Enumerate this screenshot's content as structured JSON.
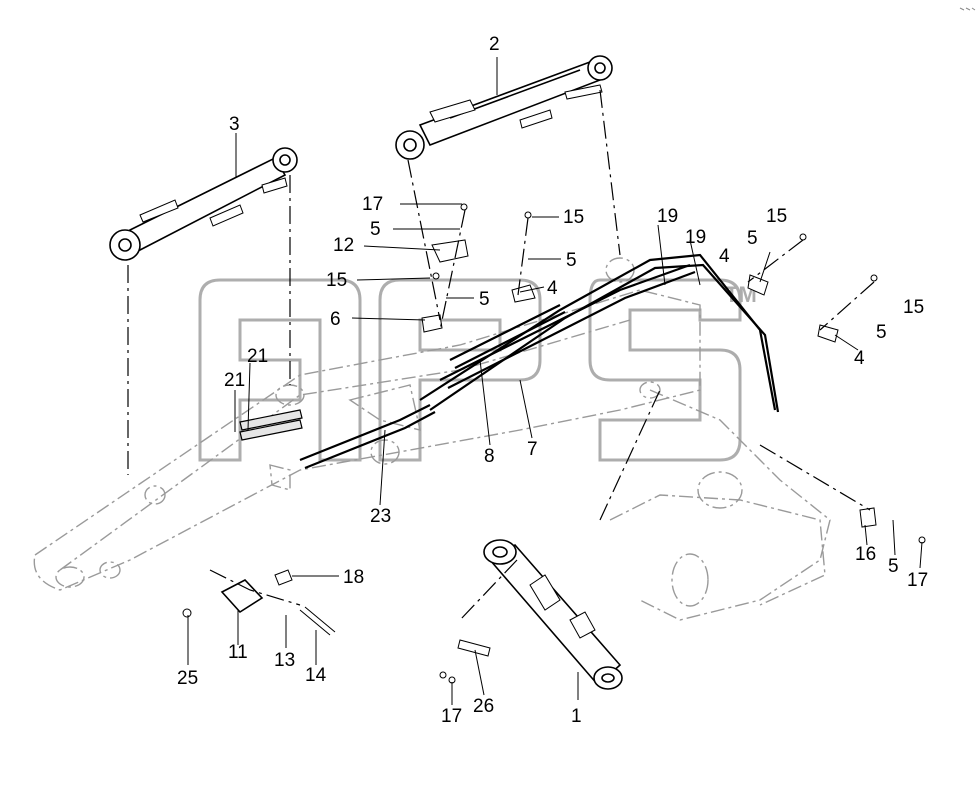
{
  "watermark": {
    "text": "aps",
    "mark": "TM"
  },
  "callouts": {
    "c1": "1",
    "c2": "2",
    "c3": "3",
    "c4a": "4",
    "c4b": "4",
    "c4c": "4",
    "c5a": "5",
    "c5b": "5",
    "c5c": "5",
    "c5d": "5",
    "c5e": "5",
    "c5f": "5",
    "c6": "6",
    "c7": "7",
    "c8": "8",
    "c11": "11",
    "c12": "12",
    "c13": "13",
    "c14": "14",
    "c15a": "15",
    "c15b": "15",
    "c15c": "15",
    "c15d": "15",
    "c16": "16",
    "c17a": "17",
    "c17b": "17",
    "c17c": "17",
    "c18": "18",
    "c19a": "19",
    "c19b": "19",
    "c21a": "21",
    "c21b": "21",
    "c23": "23",
    "c25": "25",
    "c26": "26"
  },
  "icons": {
    "corner": "corner-mark-icon"
  }
}
